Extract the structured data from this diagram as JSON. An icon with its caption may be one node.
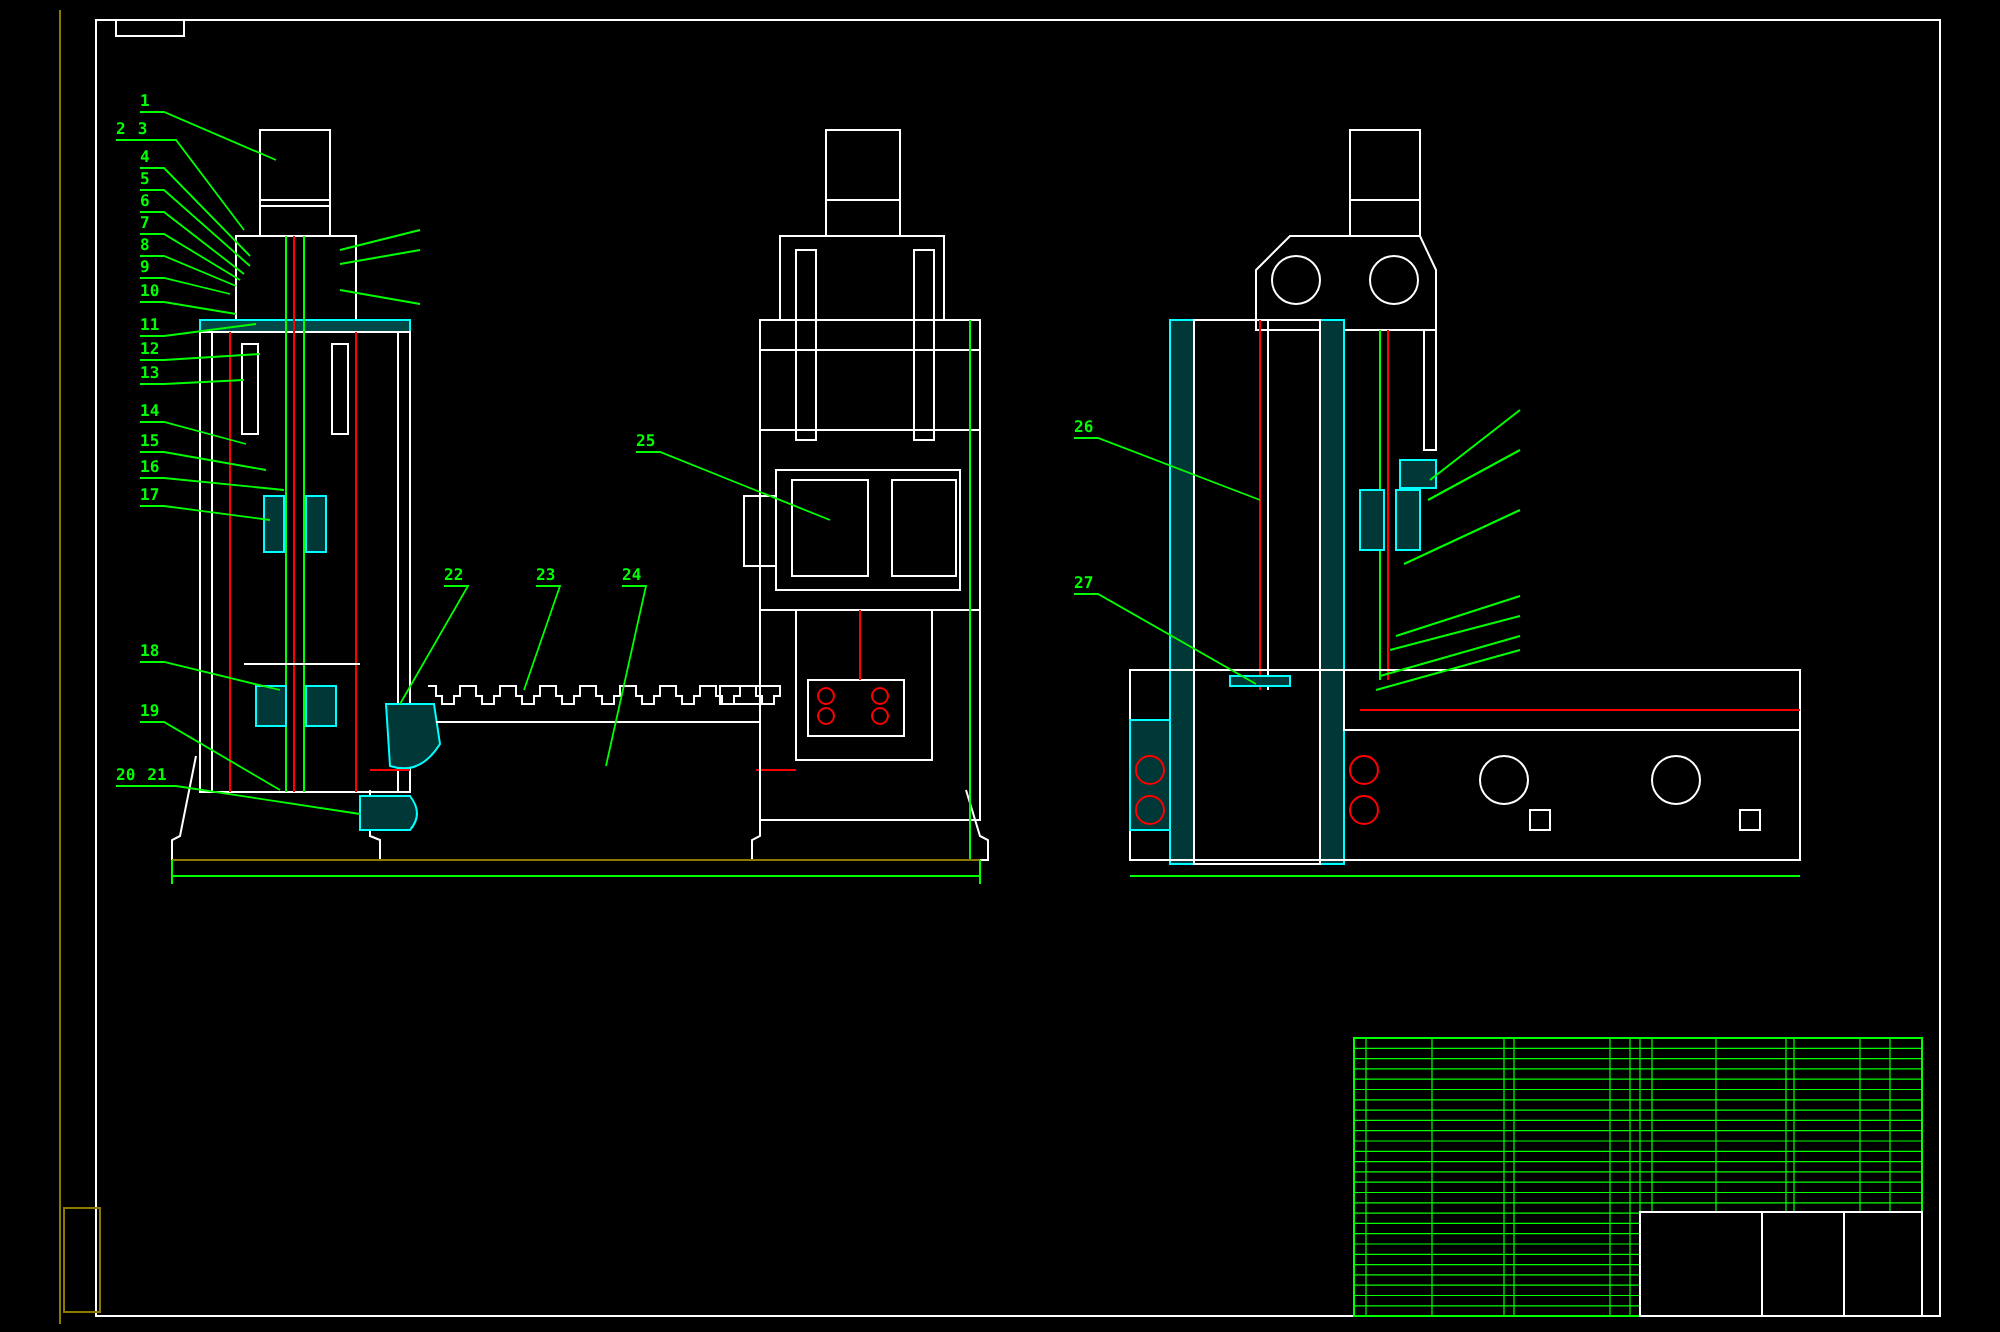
{
  "diagram": {
    "nodes": [
      {
        "text": [
          "1"
        ]
      },
      {
        "text": [
          "2",
          "3"
        ]
      },
      {
        "text": [
          "4"
        ]
      },
      {
        "text": [
          "5"
        ]
      },
      {
        "text": [
          "6"
        ]
      },
      {
        "text": [
          "7"
        ]
      },
      {
        "text": [
          "8"
        ]
      },
      {
        "text": [
          "9"
        ]
      },
      {
        "text": [
          "10"
        ]
      },
      {
        "text": [
          "11"
        ]
      },
      {
        "text": [
          "12"
        ]
      },
      {
        "text": [
          "13"
        ]
      },
      {
        "text": [
          "14"
        ]
      },
      {
        "text": [
          "15"
        ]
      },
      {
        "text": [
          "16"
        ]
      },
      {
        "text": [
          "17"
        ]
      },
      {
        "text": [
          "18"
        ]
      },
      {
        "text": [
          "19"
        ]
      },
      {
        "text": [
          "20",
          "21"
        ]
      },
      {
        "text": [
          "22"
        ]
      },
      {
        "text": [
          "23"
        ]
      },
      {
        "text": [
          "24"
        ]
      },
      {
        "text": [
          "25"
        ]
      },
      {
        "text": [
          "26"
        ]
      },
      {
        "text": [
          "27"
        ]
      }
    ],
    "edges": [
      {
        "from": 0,
        "to": null,
        "arrow": "none"
      },
      {
        "from": 1,
        "to": null,
        "arrow": "none"
      },
      {
        "from": 2,
        "to": null,
        "arrow": "none"
      },
      {
        "from": 3,
        "to": null,
        "arrow": "none"
      },
      {
        "from": 4,
        "to": null,
        "arrow": "none"
      },
      {
        "from": 5,
        "to": null,
        "arrow": "none"
      },
      {
        "from": 6,
        "to": null,
        "arrow": "none"
      },
      {
        "from": 7,
        "to": null,
        "arrow": "none"
      },
      {
        "from": 8,
        "to": null,
        "arrow": "none"
      },
      {
        "from": 9,
        "to": null,
        "arrow": "none"
      },
      {
        "from": 10,
        "to": null,
        "arrow": "none"
      },
      {
        "from": 11,
        "to": null,
        "arrow": "none"
      },
      {
        "from": 12,
        "to": null,
        "arrow": "none"
      },
      {
        "from": 13,
        "to": null,
        "arrow": "none"
      },
      {
        "from": 14,
        "to": null,
        "arrow": "none"
      },
      {
        "from": 15,
        "to": null,
        "arrow": "none"
      },
      {
        "from": 16,
        "to": null,
        "arrow": "none"
      },
      {
        "from": 17,
        "to": null,
        "arrow": "none"
      },
      {
        "from": 18,
        "to": null,
        "arrow": "none"
      },
      {
        "from": 19,
        "to": null,
        "arrow": "none"
      },
      {
        "from": 20,
        "to": null,
        "arrow": "none"
      },
      {
        "from": 21,
        "to": null,
        "arrow": "none"
      },
      {
        "from": 22,
        "to": null,
        "arrow": "none"
      },
      {
        "from": 23,
        "to": null,
        "arrow": "none"
      },
      {
        "from": 24,
        "to": null,
        "arrow": "none"
      }
    ]
  }
}
